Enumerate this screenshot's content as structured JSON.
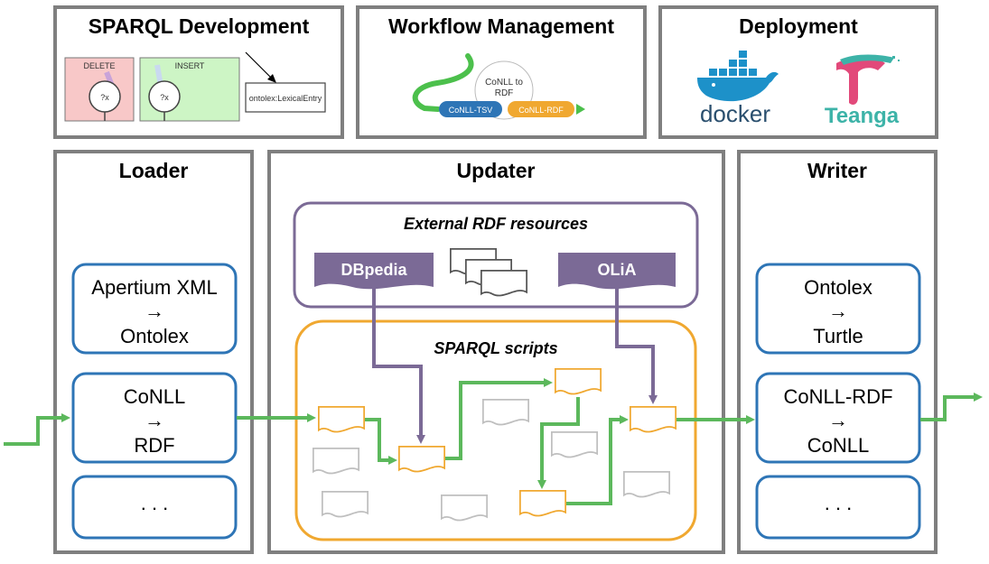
{
  "top_panels": {
    "sparql_dev": {
      "title": "SPARQL Development",
      "delete_label": "DELETE",
      "insert_label": "INSERT",
      "var1": "?x",
      "var2": "?x",
      "entry": "ontolex:LexicalEntry"
    },
    "workflow": {
      "title": "Workflow Management",
      "node_label_line1": "CoNLL to",
      "node_label_line2": "RDF",
      "pill1": "CoNLL-TSV",
      "pill2": "CoNLL-RDF"
    },
    "deployment": {
      "title": "Deployment",
      "logo1": "docker",
      "logo2": "Teanga"
    }
  },
  "loader": {
    "title": "Loader",
    "items": [
      {
        "line1": "Apertium XML",
        "arrow": "→",
        "line2": "Ontolex"
      },
      {
        "line1": "CoNLL",
        "arrow": "→",
        "line2": "RDF"
      },
      {
        "line1": ". . ."
      }
    ]
  },
  "updater": {
    "title": "Updater",
    "external_title": "External RDF resources",
    "dbpedia": "DBpedia",
    "olia": "OLiA",
    "scripts_title": "SPARQL scripts"
  },
  "writer": {
    "title": "Writer",
    "items": [
      {
        "line1": "Ontolex",
        "arrow": "→",
        "line2": "Turtle"
      },
      {
        "line1": "CoNLL-RDF",
        "arrow": "→",
        "line2": "CoNLL"
      },
      {
        "line1": ". . ."
      }
    ]
  },
  "colors": {
    "panel_border": "#7f7f7f",
    "blue_box": "#2e75b6",
    "green_flow": "#5cb85c",
    "purple": "#7b6a96",
    "orange": "#f0a830",
    "gray_doc": "#bfbfbf"
  }
}
